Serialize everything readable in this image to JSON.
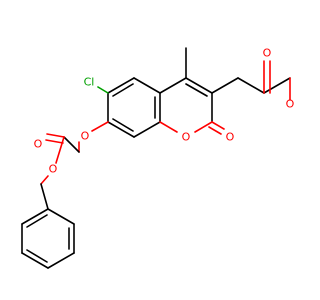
{
  "molecule": {
    "atoms": {
      "chloro": {
        "symbol": "Cl",
        "color": "#00a000"
      },
      "ether_o": {
        "symbol": "O",
        "color": "#ff0000"
      },
      "ring_o": {
        "symbol": "O",
        "color": "#ff0000"
      },
      "lactone_o": {
        "symbol": "O",
        "color": "#ff0000"
      },
      "benzyl_ester_carbonyl_o": {
        "symbol": "O",
        "color": "#ff0000"
      },
      "benzyl_ester_o": {
        "symbol": "O",
        "color": "#ff0000"
      },
      "ethyl_ester_carbonyl_o": {
        "symbol": "O",
        "color": "#ff0000"
      },
      "ethyl_ester_o": {
        "symbol": "O",
        "color": "#ff0000"
      }
    },
    "colors": {
      "bond": "#000000",
      "oxygen": "#ff0000",
      "chlorine": "#00a000"
    }
  }
}
